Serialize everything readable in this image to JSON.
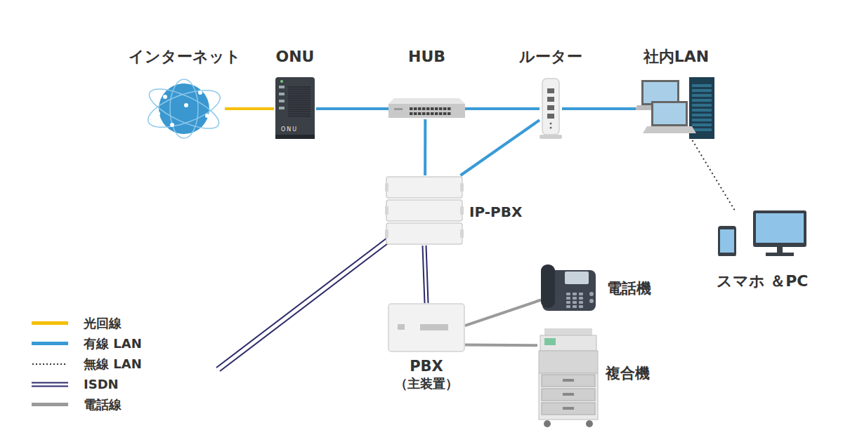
{
  "diagram": {
    "nodes": [
      {
        "text": [
          "インターネット"
        ]
      },
      {
        "text": [
          "ONU"
        ]
      },
      {
        "text": [
          "HUB"
        ]
      },
      {
        "text": [
          "ルーター"
        ]
      },
      {
        "text": [
          "社内LAN"
        ]
      },
      {
        "text": [
          "IP-PBX"
        ]
      },
      {
        "text": [
          "PBX",
          "（主装置）"
        ]
      },
      {
        "text": [
          "電話機"
        ]
      },
      {
        "text": [
          "複合機"
        ]
      },
      {
        "text": [
          "スマホ ＆PC"
        ]
      }
    ],
    "edges": [
      {
        "from": 0,
        "to": 1,
        "arrow": "none"
      },
      {
        "from": 1,
        "to": 2,
        "arrow": "none"
      },
      {
        "from": 2,
        "to": 3,
        "arrow": "none"
      },
      {
        "from": 3,
        "to": 4,
        "arrow": "none"
      },
      {
        "from": 2,
        "to": 5,
        "arrow": "none"
      },
      {
        "from": 3,
        "to": 5,
        "arrow": "none"
      },
      {
        "from": 5,
        "to": 6,
        "arrow": "none"
      },
      {
        "from": 6,
        "to": 7,
        "arrow": "none"
      },
      {
        "from": 6,
        "to": 8,
        "arrow": "none"
      },
      {
        "from": 4,
        "to": 9,
        "arrow": "none"
      }
    ],
    "labels": [
      "ONU"
    ],
    "legend": [
      {
        "text": "光回線",
        "color": "#f5c000"
      },
      {
        "text": "有線 LAN",
        "color": "#3a9ad6"
      },
      {
        "text": "無線 LAN"
      },
      {
        "text": "ISDN"
      },
      {
        "text": "電話線",
        "color": "#9a9a9a"
      }
    ]
  }
}
